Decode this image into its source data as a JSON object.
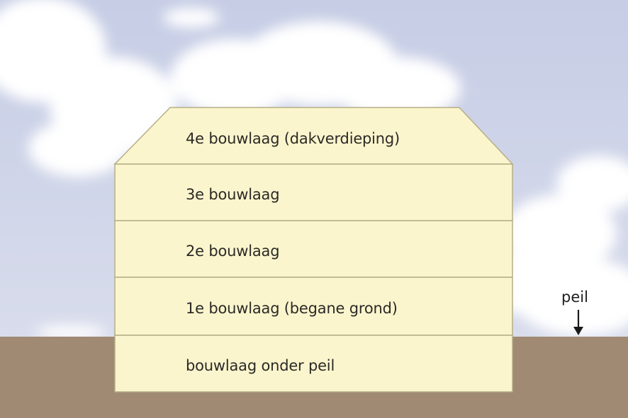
{
  "diagram": {
    "floors": [
      {
        "label": "4e bouwlaag (dakverdieping)"
      },
      {
        "label": "3e bouwlaag"
      },
      {
        "label": "2e bouwlaag"
      },
      {
        "label": "1e bouwlaag (begane grond)"
      },
      {
        "label": "bouwlaag onder peil"
      }
    ],
    "reference_level": {
      "label": "peil"
    }
  },
  "colors": {
    "sky_top": "#c9d0e6",
    "sky_bottom": "#d7dcec",
    "cloud": "#ffffff",
    "ground": "#a08a74",
    "building_fill": "#fbf5cd",
    "building_line": "#b6ae86",
    "text": "#2b2a26"
  }
}
